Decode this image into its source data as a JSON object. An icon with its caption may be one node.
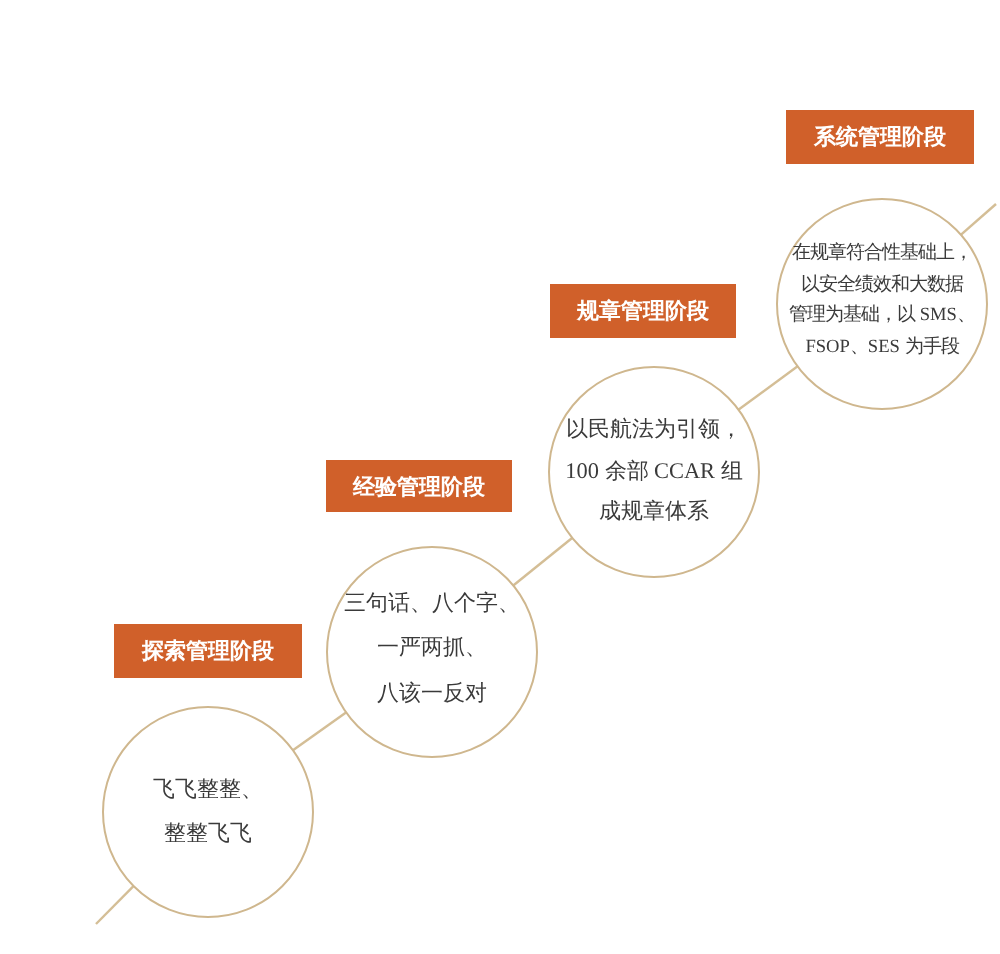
{
  "diagram": {
    "nodes": [
      {
        "text": [
          "探索管理阶段"
        ]
      },
      {
        "text": [
          "飞飞整整、整整飞飞"
        ]
      },
      {
        "text": [
          "经验管理阶段"
        ]
      },
      {
        "text": [
          "三句话、八个字、一严两抓、八该一反对"
        ]
      },
      {
        "text": [
          "规章管理阶段"
        ]
      },
      {
        "text": [
          "以民航法为引领，100 余部 CCAR 组成规章体系"
        ]
      },
      {
        "text": [
          "系统管理阶段"
        ]
      },
      {
        "text": [
          "在规章符合性基础上，以安全绩效和大数据管理为基础，以 SMS、FSOP、SES 为手段"
        ]
      }
    ],
    "edges": [
      {
        "from": null,
        "to": 1,
        "arrow": "none"
      },
      {
        "from": 1,
        "to": 3,
        "arrow": "none"
      },
      {
        "from": 3,
        "to": 5,
        "arrow": "none"
      },
      {
        "from": 5,
        "to": 7,
        "arrow": "none"
      },
      {
        "from": 7,
        "to": null,
        "arrow": "none"
      }
    ]
  }
}
